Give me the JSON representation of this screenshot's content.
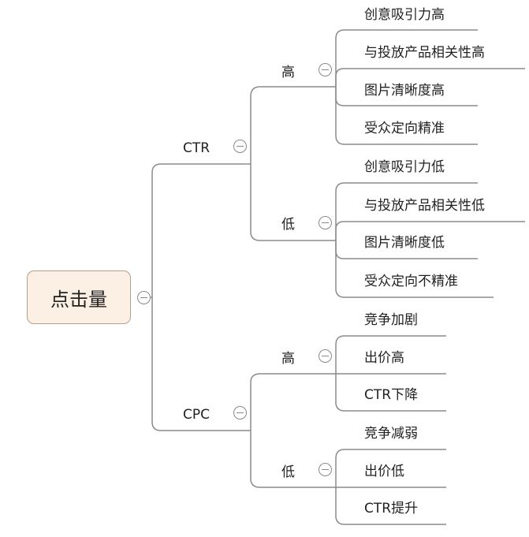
{
  "root": {
    "label": "点击量"
  },
  "branches": [
    {
      "label": "CTR",
      "groups": [
        {
          "label": "高",
          "leaves": [
            "创意吸引力高",
            "与投放产品相关性高",
            "图片清晰度高",
            "受众定向精准"
          ]
        },
        {
          "label": "低",
          "leaves": [
            "创意吸引力低",
            "与投放产品相关性低",
            "图片清晰度低",
            "受众定向不精准"
          ]
        }
      ]
    },
    {
      "label": "CPC",
      "groups": [
        {
          "label": "高",
          "leaves": [
            "竞争加剧",
            "出价高",
            "CTR下降"
          ]
        },
        {
          "label": "低",
          "leaves": [
            "竞争减弱",
            "出价低",
            "CTR提升"
          ]
        }
      ]
    }
  ],
  "colors": {
    "line": "#8c8c8c",
    "root_fill": "#fcefe4",
    "root_border": "#b89f8a",
    "text": "#222222"
  },
  "icons": {
    "collapse": "minus-circle-icon"
  }
}
